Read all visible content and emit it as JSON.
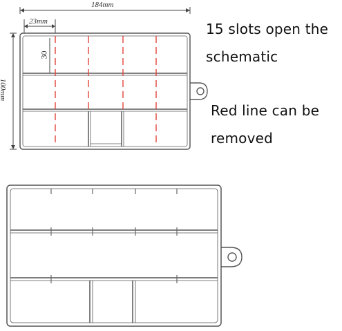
{
  "dimensions": {
    "width_label": "184mm",
    "slot_width_label": "23mm",
    "height_label": "100mm",
    "slot_height_label": "30"
  },
  "captions": {
    "line1": "15 slots open the",
    "line2": "schematic",
    "line3": "Red line can be",
    "line4": "removed"
  },
  "colors": {
    "outline": "#5a5a5a",
    "divider_red": "#e0443a",
    "dimension": "#444444"
  }
}
